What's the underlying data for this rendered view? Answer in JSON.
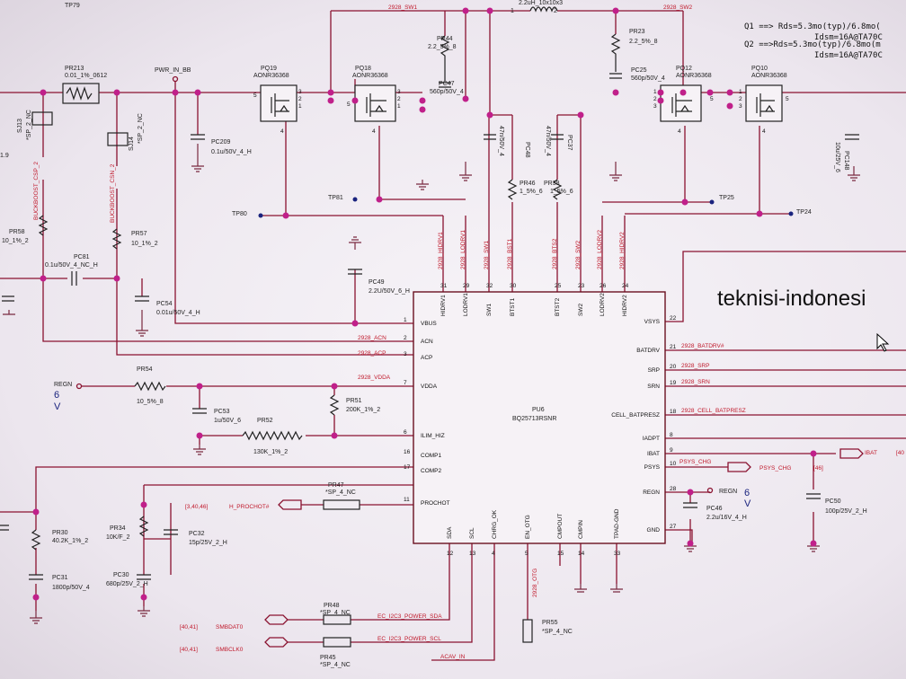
{
  "title_notes": {
    "q1": "Q1 ==> Rds=5.3mo(typ)/6.8mo(",
    "q1_idsm": "Idsm=16A@TA70C",
    "q2": "Q2 ==>Rds=5.3mo(typ)/6.8mo(m",
    "q2_idsm": "Idsm=16A@TA70C"
  },
  "watermark": "teknisi-indonesi",
  "test_points": {
    "tp79": "TP79",
    "tp80": "TP80",
    "tp81": "TP81",
    "tp25": "TP25",
    "tp24": "TP24"
  },
  "nets": {
    "sw1": "2928_SW1",
    "sw2": "2928_SW2",
    "pwr_in_bb": "PWR_IN_BB",
    "acn": "2928_ACN",
    "acp": "2928_ACP",
    "vdda": "2928_VDDA",
    "batdrv": "2928_BATDRV#",
    "srp": "2928_SRP",
    "srn": "2928_SRN",
    "cell_batpresz": "2928_CELL_BATPRESZ",
    "psys_chg": "PSYS_CHG",
    "psys_chg2": "PSYS_CHG",
    "ibat": "IBAT",
    "regn": "REGN",
    "h_prochot": "H_PROCHOT#",
    "smbdat": "SMBDAT0",
    "smbclk": "SMBCLK0",
    "ec_sda": "EC_I2C3_POWER_SDA",
    "ec_scl": "EC_I2C3_POWER_SCL",
    "acav_in": "ACAV_IN",
    "hidrv1": "2928_HIDRV1",
    "lodrv1": "2928_LODRV1",
    "sw1v": "2928_SW1",
    "bst1": "2928_BST1",
    "bts2": "2928_BTS2",
    "sw2v": "2928_SW2",
    "lodrv2": "2928_LODRV2",
    "hidrv2": "2928_HIDRV2",
    "otg": "2928_OTG",
    "buckboost_csp": "BUCKBOOST_CSP_2",
    "buckboost_csn": "BUCKBOOST_CSN_2",
    "regn6v": "6",
    "regn6v_unit": "V",
    "regn_right": "REGN",
    "ref_404146": "[40,41]",
    "ref_404146b": "[40,41]",
    "ref_34046": "[3,40,46]",
    "ref_46": "[46]",
    "ref_40r": "[40"
  },
  "components": {
    "pq19": {
      "ref": "PQ19",
      "part": "AONR36368"
    },
    "pq18": {
      "ref": "PQ18",
      "part": "AONR36368"
    },
    "pq12": {
      "ref": "PQ12",
      "part": "AONR36368"
    },
    "pq10": {
      "ref": "PQ10",
      "part": "AONR36368"
    },
    "inductor": {
      "ref": "1",
      "val": "2.2uH_10x10x3",
      "pin2": "2"
    },
    "pr213": {
      "ref": "PR213",
      "val": "0.01_1%_0612"
    },
    "pr44": {
      "ref": "PR44",
      "val": "2.2_5%_8"
    },
    "pr23": {
      "ref": "PR23",
      "val": "2.2_5%_8"
    },
    "pc47": {
      "ref": "PC47",
      "val": "560p/50V_4"
    },
    "pc25": {
      "ref": "PC25",
      "val": "560p/50V_4"
    },
    "pc209": {
      "ref": "PC209",
      "val": "0.1u/50V_4_H"
    },
    "pc148": {
      "ref": "PC148",
      "val": "10u/25V_6"
    },
    "pc48": {
      "ref": "PC48",
      "val": "47n/50V_4"
    },
    "pc37": {
      "ref": "PC37",
      "val": "47n/50V_4"
    },
    "pr46": {
      "ref": "PR46",
      "val": "1_5%_6"
    },
    "pr38": {
      "ref": "PR38",
      "val": "1_5%_6"
    },
    "sj13": {
      "ref": "SJ13",
      "val": "*SP_2_NC"
    },
    "sj14": {
      "ref": "SJ14",
      "val": "*SP_2_NC"
    },
    "pr58": {
      "ref": "PR58",
      "val": "10_1%_2"
    },
    "pr57": {
      "ref": "PR57",
      "val": "10_1%_2"
    },
    "pc81": {
      "ref": "PC81",
      "val": "0.1u/50V_4_NC_H"
    },
    "pc54": {
      "ref": "PC54",
      "val": "0.01u/50V_4_H"
    },
    "pc49": {
      "ref": "PC49",
      "val": "2.2U/50V_6_H"
    },
    "pr54": {
      "ref": "PR54",
      "val": "10_5%_8"
    },
    "pc53": {
      "ref": "PC53",
      "val": "1u/50V_6"
    },
    "pr51": {
      "ref": "PR51",
      "val": "200K_1%_2"
    },
    "pr52": {
      "ref": "PR52",
      "val": "130K_1%_2"
    },
    "pr47": {
      "ref": "PR47",
      "val": "*SP_4_NC"
    },
    "pr30": {
      "ref": "PR30",
      "val": "40.2K_1%_2"
    },
    "pr34": {
      "ref": "PR34",
      "val": "10K/F_2"
    },
    "pc32": {
      "ref": "PC32",
      "val": "15p/25V_2_H"
    },
    "pc31": {
      "ref": "PC31",
      "val": "1800p/50V_4"
    },
    "pc30": {
      "ref": "PC30",
      "val": "680p/25V_2_H"
    },
    "pr48": {
      "ref": "PR48",
      "val": "*SP_4_NC"
    },
    "pr45": {
      "ref": "PR45",
      "val": "*SP_4_NC"
    },
    "pr55": {
      "ref": "PR55",
      "val": "*SP_4_NC"
    },
    "pc46": {
      "ref": "PC46",
      "val": "2.2u/16V_4_H"
    },
    "pc50": {
      "ref": "PC50",
      "val": "100p/25V_2_H"
    },
    "pu6": {
      "ref": "PU6",
      "part": "BQ25713RSNR"
    },
    "pr58b": {
      "ref": "1.9"
    }
  },
  "ic_pins_left": [
    {
      "num": "1",
      "name": "VBUS"
    },
    {
      "num": "2",
      "name": "ACN"
    },
    {
      "num": "3",
      "name": "ACP"
    },
    {
      "num": "7",
      "name": "VDDA"
    },
    {
      "num": "6",
      "name": "ILIM_HIZ"
    },
    {
      "num": "16",
      "name": "COMP1"
    },
    {
      "num": "17",
      "name": "COMP2"
    },
    {
      "num": "11",
      "name": "PROCHOT"
    }
  ],
  "ic_pins_right": [
    {
      "num": "22",
      "name": "VSYS"
    },
    {
      "num": "21",
      "name": "BATDRV"
    },
    {
      "num": "20",
      "name": "SRP"
    },
    {
      "num": "19",
      "name": "SRN"
    },
    {
      "num": "18",
      "name": "CELL_BATPRESZ"
    },
    {
      "num": "8",
      "name": "IADPT"
    },
    {
      "num": "9",
      "name": "IBAT"
    },
    {
      "num": "10",
      "name": "PSYS"
    },
    {
      "num": "28",
      "name": "REGN"
    },
    {
      "num": "27",
      "name": "GND"
    }
  ],
  "ic_pins_top": [
    {
      "num": "31",
      "name": "HIDRV1"
    },
    {
      "num": "29",
      "name": "LODRV1"
    },
    {
      "num": "32",
      "name": "SW1"
    },
    {
      "num": "30",
      "name": "BTST1"
    },
    {
      "num": "25",
      "name": "BTST2"
    },
    {
      "num": "23",
      "name": "SW2"
    },
    {
      "num": "26",
      "name": "LODRV2"
    },
    {
      "num": "24",
      "name": "HIDRV2"
    }
  ],
  "ic_pins_bottom": [
    {
      "num": "12",
      "name": "SDA"
    },
    {
      "num": "13",
      "name": "SCL"
    },
    {
      "num": "4",
      "name": "CHRG_OK"
    },
    {
      "num": "5",
      "name": "EN_OTG"
    },
    {
      "num": "15",
      "name": "CMPOUT"
    },
    {
      "num": "14",
      "name": "CMPIN"
    },
    {
      "num": "33",
      "name": "TPAD-GND"
    }
  ],
  "q_pin_labels": {
    "p5": "5",
    "p4": "4",
    "p123": "3",
    "p2": "2",
    "p1": "1"
  }
}
